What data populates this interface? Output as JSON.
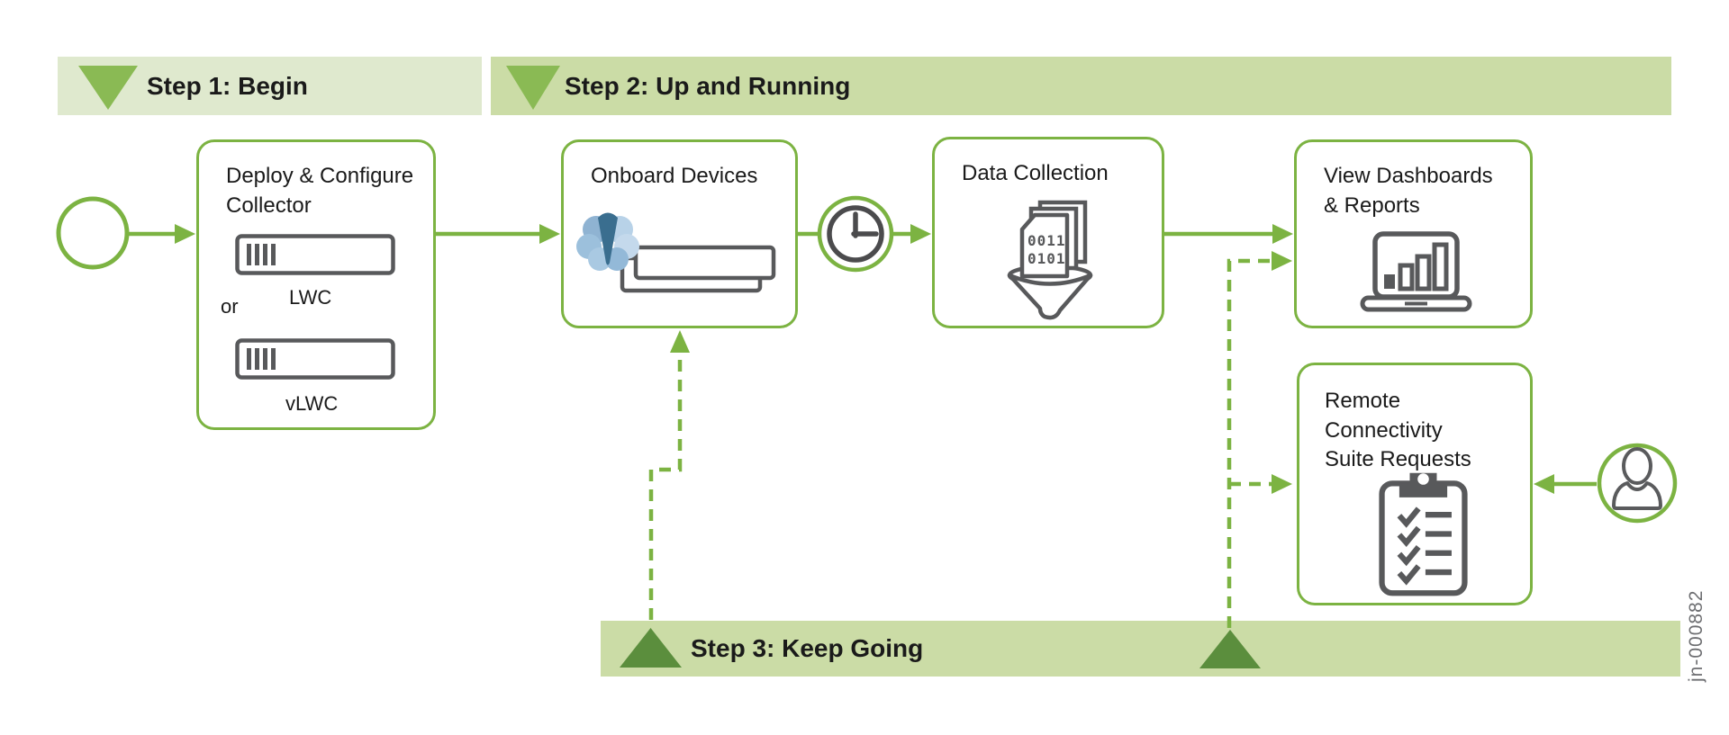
{
  "banners": {
    "step1": {
      "label": "Step 1: Begin"
    },
    "step2": {
      "label": "Step 2: Up and Running"
    },
    "step3": {
      "label": "Step 3: Keep Going"
    }
  },
  "nodes": {
    "deploy": {
      "title_line1": "Deploy & Configure",
      "title_line2": "Collector",
      "or_label": "or",
      "lwc_label": "LWC",
      "vlwc_label": "vLWC"
    },
    "onboard": {
      "title": "Onboard Devices"
    },
    "data_collection": {
      "title": "Data Collection",
      "binary_line1": "0011",
      "binary_line2": "0101"
    },
    "dashboards": {
      "title_line1": "View Dashboards",
      "title_line2": "& Reports"
    },
    "remote": {
      "title_line1": "Remote",
      "title_line2": "Connectivity",
      "title_line3": "Suite Requests"
    }
  },
  "watermark": "jn-000882",
  "colors": {
    "accent_green": "#7cb342",
    "banner_light_green": "#dfe9ce",
    "banner_medium_green": "#cbdca6",
    "triangle_medium_green": "#8aba54",
    "triangle_dark_green": "#5b8e3d",
    "icon_gray": "#58595b",
    "text_black": "#1a1a1a",
    "watermark_gray": "#6d6e71",
    "mist_cone_blue": "#3a6e8f",
    "mist_petal_blue": "#a9c9e2"
  }
}
